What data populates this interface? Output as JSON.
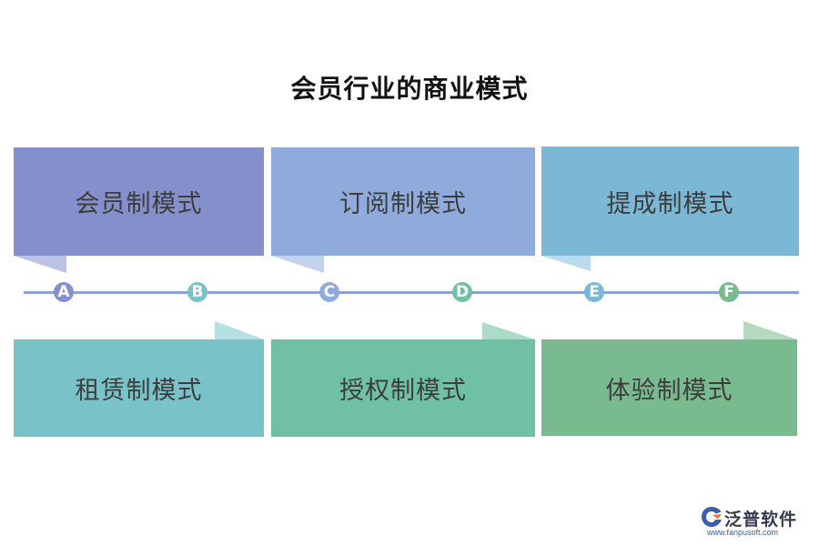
{
  "title": "会员行业的商业模式",
  "colors": {
    "card1": "#8490cb",
    "card2": "#8fabdc",
    "card3": "#7bb8d6",
    "card4": "#79c3c8",
    "card5": "#6fc0a4",
    "card6": "#79bb8e",
    "timeline": "#8fa0d4",
    "text": "#3d3d3d"
  },
  "top_cards": [
    {
      "label": "会员制模式"
    },
    {
      "label": "订阅制模式"
    },
    {
      "label": "提成制模式"
    }
  ],
  "bottom_cards": [
    {
      "label": "租赁制模式"
    },
    {
      "label": "授权制模式"
    },
    {
      "label": "体验制模式"
    }
  ],
  "markers": [
    {
      "letter": "A",
      "color": "#8490cb"
    },
    {
      "letter": "B",
      "color": "#79c3c8"
    },
    {
      "letter": "C",
      "color": "#8fabdc"
    },
    {
      "letter": "D",
      "color": "#6fc0a4"
    },
    {
      "letter": "E",
      "color": "#7bb8d6"
    },
    {
      "letter": "F",
      "color": "#79bb8e"
    }
  ],
  "logo": {
    "name": "泛普软件",
    "url": "www.fanpusoft.com",
    "icon": "fanpu-logo-icon"
  }
}
